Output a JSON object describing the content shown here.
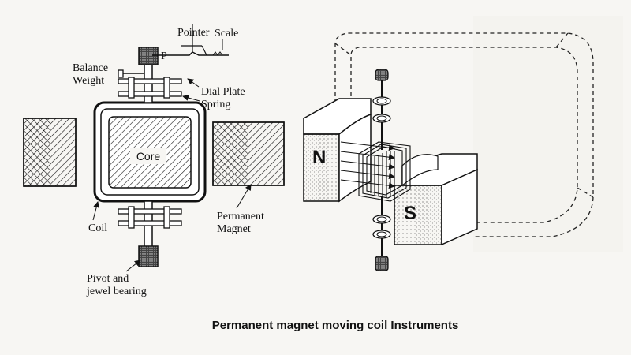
{
  "labels": {
    "pointer": "Pointer",
    "scale": "Scale",
    "p": "P",
    "balance_weight_1": "Balance",
    "balance_weight_2": "Weight",
    "dial_plate": "Dial Plate",
    "spring": "Spring",
    "core": "Core",
    "coil": "Coil",
    "permanent_magnet_1": "Permanent",
    "permanent_magnet_2": "Magnet",
    "pivot_1": "Pivot and",
    "pivot_2": "jewel bearing",
    "north": "N",
    "south": "S"
  },
  "caption": "Permanent magnet moving coil Instruments",
  "colors": {
    "ink": "#111111",
    "paper": "#f7f6f3",
    "stipple": "#555555"
  }
}
